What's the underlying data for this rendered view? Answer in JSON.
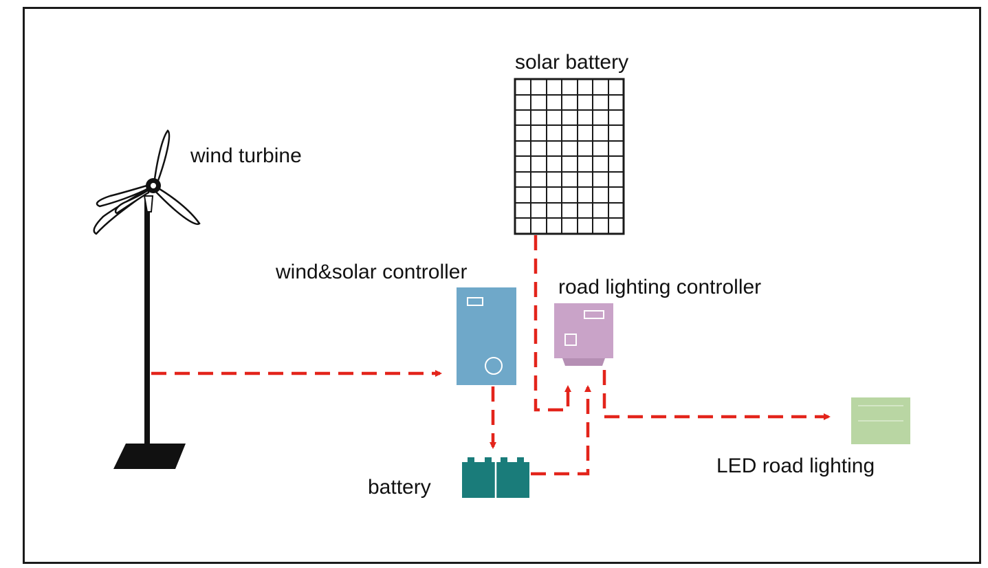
{
  "labels": {
    "wind_turbine": "wind turbine",
    "solar_battery": "solar battery",
    "wind_solar_controller": "wind&solar controller",
    "road_lighting_controller": "road lighting controller",
    "battery": "battery",
    "led_road_lighting": "LED road lighting"
  },
  "colors": {
    "flow_arrow": "#e3241b",
    "solar_grid": "#1a1a1a",
    "wind_solar_controller": "#6fa8c9",
    "road_lighting_controller": "#c9a3c8",
    "battery": "#1a7c7a",
    "led_light": "#b9d6a3",
    "turbine": "#111111"
  },
  "icons": {
    "wind_turbine": "wind-turbine-icon",
    "solar_panel": "solar-panel-icon",
    "controller": "controller-box-icon",
    "battery": "battery-icon",
    "led_light": "led-light-icon"
  }
}
